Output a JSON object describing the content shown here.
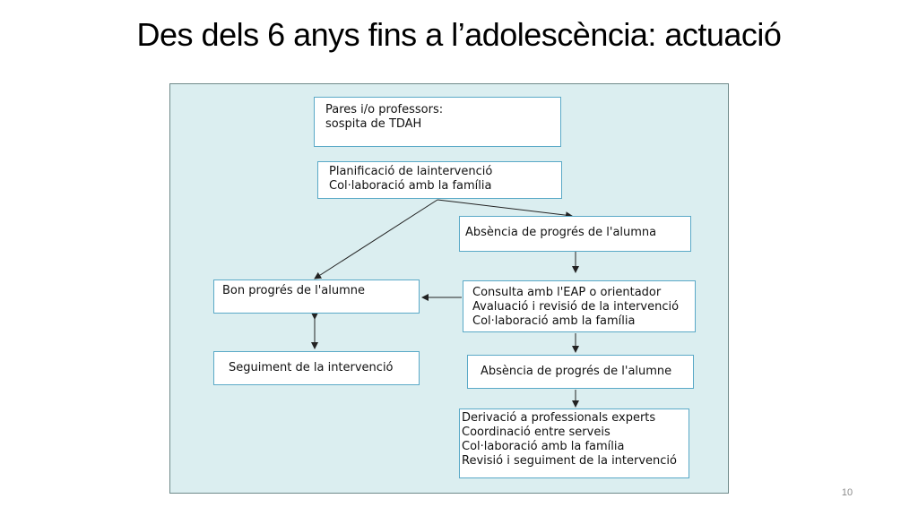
{
  "slide": {
    "title": "Des dels 6 anys fins a l’adolescència: actuació",
    "page_number": "10"
  },
  "diagram": {
    "boxes": {
      "suspicion": {
        "lines": [
          "Pares i/o professors:",
          "sospita de TDAH"
        ]
      },
      "planning": {
        "lines": [
          "Planificació de laintervenció",
          "Col·laboració amb la família"
        ]
      },
      "no_progress_1": {
        "lines": [
          "Absència de progrés de l'alumna"
        ]
      },
      "good_progress": {
        "lines": [
          "Bon progrés de l'alumne"
        ]
      },
      "consultation": {
        "lines": [
          "Consulta amb l'EAP o orientador",
          "Avaluació i revisió de la intervenció",
          "Col·laboració amb la família"
        ]
      },
      "follow_up": {
        "lines": [
          "Seguiment de la intervenció"
        ]
      },
      "no_progress_2": {
        "lines": [
          "Absència de progrés de l'alumne"
        ]
      },
      "referral": {
        "lines": [
          "Derivació a professionals experts",
          "Coordinació entre serveis",
          "Col·laboració amb la família",
          "Revisió i seguiment de la intervenció"
        ]
      }
    }
  }
}
